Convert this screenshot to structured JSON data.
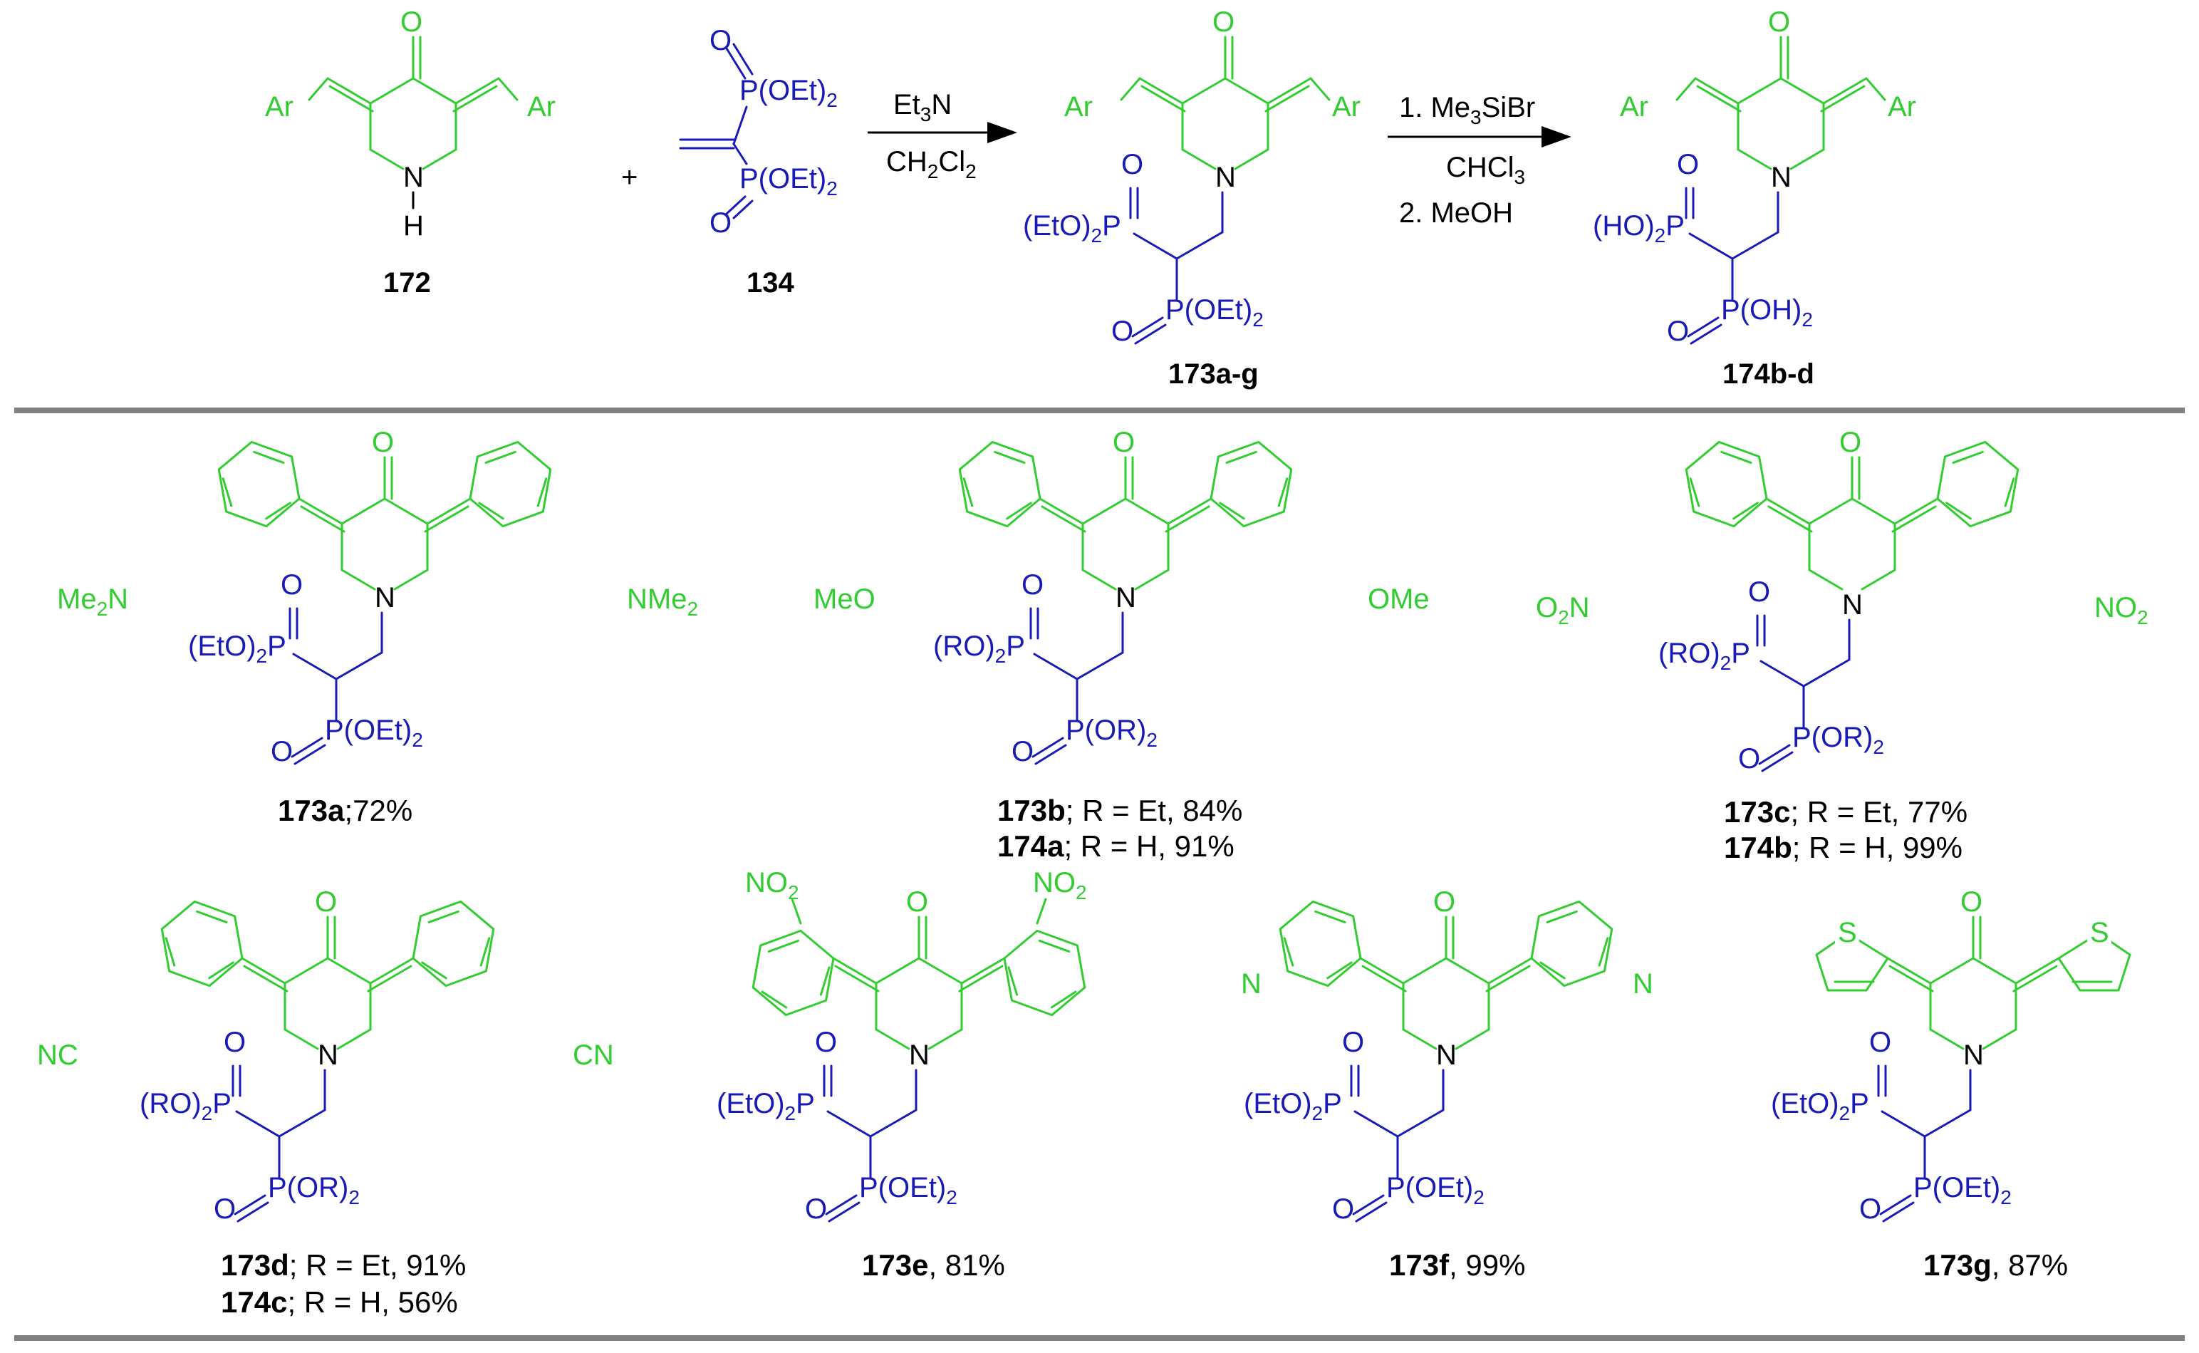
{
  "labels": {
    "ar": "Ar",
    "carbonyl_o": "O",
    "amine_n": "N",
    "amine_h": "H",
    "p_oet2": "P(OEt)",
    "p_oh2": "P(OH)",
    "p_or2": "P(OR)",
    "eto2p": "(EtO)",
    "ho2p": "(HO)",
    "ro2p": "(RO)",
    "p": "P",
    "sub2": "2",
    "phos_o": "O",
    "plus": "+",
    "nme2_left": "Me",
    "nme2_right": "NMe",
    "meo": "MeO",
    "ome": "OMe",
    "no2_left": "O",
    "no2_right": "NO",
    "nc": "NC",
    "cn": "CN",
    "no2_ortho": "NO",
    "pyridine_n": "N",
    "thiophene_s": "S"
  },
  "scheme": {
    "compound_172": "172",
    "compound_134": "134",
    "compound_173ag": "173a-g",
    "compound_174bd": "174b-d",
    "step1": {
      "reagent_et": "Et",
      "reagent_sub": "3",
      "reagent_n": "N",
      "solvent_ch": "CH",
      "solvent_sub1": "2",
      "solvent_cl": "Cl",
      "solvent_sub2": "2"
    },
    "step2": {
      "line1_prefix": "1. Me",
      "line1_sub": "3",
      "line1_suffix": "SiBr",
      "line2_prefix": "CHCl",
      "line2_sub": "3",
      "line3": "2. MeOH"
    }
  },
  "products": [
    {
      "id": "173a",
      "caption_tail": ";72%",
      "second_id": "",
      "second_tail": ""
    },
    {
      "id": "173b",
      "caption_tail": "; R = Et, 84%",
      "second_id": "174a",
      "second_tail": "; R = H, 91%"
    },
    {
      "id": "173c",
      "caption_tail": "; R = Et, 77%",
      "second_id": "174b",
      "second_tail": "; R = H, 99%"
    },
    {
      "id": "173d",
      "caption_tail": "; R = Et, 91%",
      "second_id": "174c",
      "second_tail": "; R = H, 56%"
    },
    {
      "id": "173e",
      "caption_tail": ", 81%",
      "second_id": "",
      "second_tail": ""
    },
    {
      "id": "173f",
      "caption_tail": ", 99%",
      "second_id": "",
      "second_tail": ""
    },
    {
      "id": "173g",
      "caption_tail": ", 87%",
      "second_id": "",
      "second_tail": ""
    }
  ],
  "colors": {
    "scaffold": "#33cc33",
    "phosphonate": "#1a1ab8",
    "text": "#000000",
    "separator": "#808080"
  }
}
